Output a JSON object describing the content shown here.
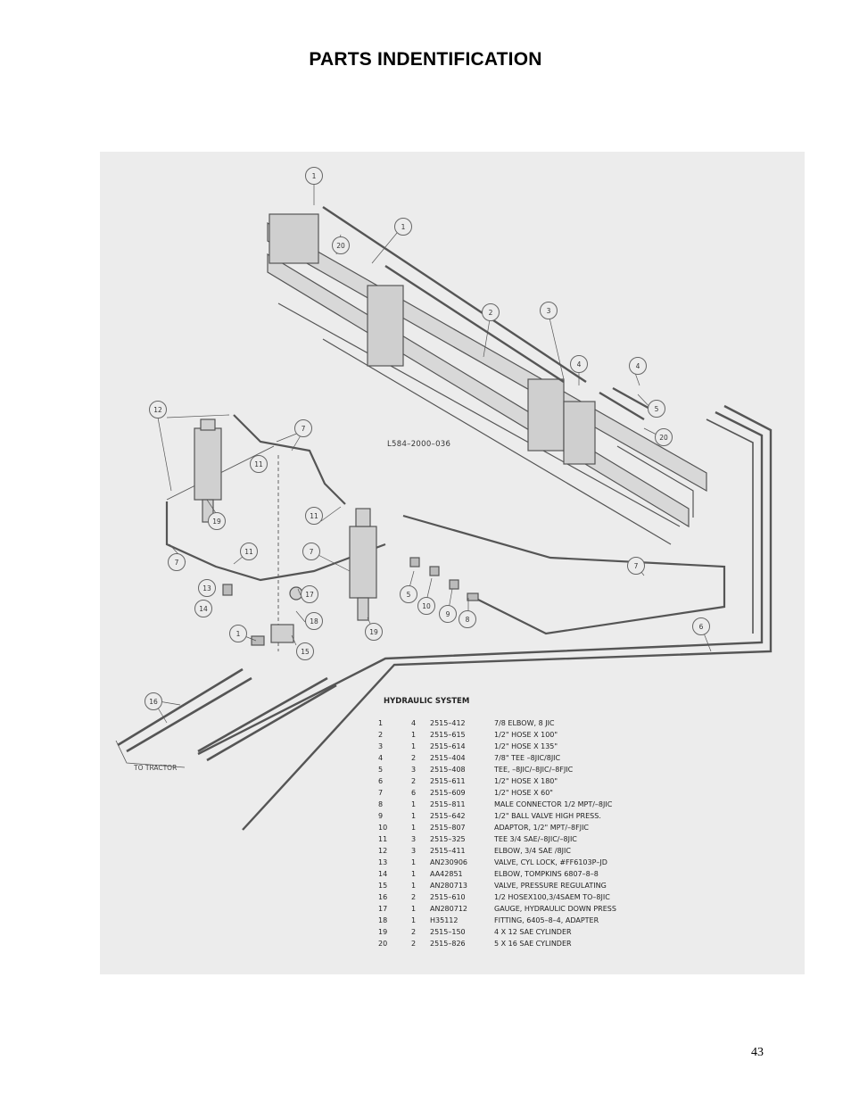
{
  "title": "PARTS INDENTIFICATION",
  "drawing_number": "L584–2000–036",
  "to_tractor_label": "TO TRACTOR",
  "parts_header": "HYDRAULIC SYSTEM",
  "parts": [
    {
      "item": "1",
      "qty": "4",
      "part": "2515–412",
      "desc": "7/8 ELBOW, 8 JIC"
    },
    {
      "item": "2",
      "qty": "1",
      "part": "2515–615",
      "desc": "1/2\" HOSE X 100\""
    },
    {
      "item": "3",
      "qty": "1",
      "part": "2515–614",
      "desc": "1/2\" HOSE X 135\""
    },
    {
      "item": "4",
      "qty": "2",
      "part": "2515–404",
      "desc": "7/8\" TEE –8JIC/8JIC"
    },
    {
      "item": "5",
      "qty": "3",
      "part": "2515–408",
      "desc": "TEE, –8JIC/–8JIC/–8FJIC"
    },
    {
      "item": "6",
      "qty": "2",
      "part": "2515–611",
      "desc": "1/2\" HOSE X 180\""
    },
    {
      "item": "7",
      "qty": "6",
      "part": "2515–609",
      "desc": "1/2\" HOSE X 60\""
    },
    {
      "item": "8",
      "qty": "1",
      "part": "2515–811",
      "desc": "MALE CONNECTOR 1/2 MPT/–8JIC"
    },
    {
      "item": "9",
      "qty": "1",
      "part": "2515–642",
      "desc": "1/2\" BALL VALVE HIGH PRESS."
    },
    {
      "item": "10",
      "qty": "1",
      "part": "2515–807",
      "desc": "ADAPTOR, 1/2\" MPT/–8FJIC"
    },
    {
      "item": "11",
      "qty": "3",
      "part": "2515–325",
      "desc": "TEE 3/4 SAE/–8JIC/–8JIC"
    },
    {
      "item": "12",
      "qty": "3",
      "part": "2515–411",
      "desc": "ELBOW, 3/4 SAE /8JIC"
    },
    {
      "item": "13",
      "qty": "1",
      "part": "AN230906",
      "desc": "VALVE, CYL LOCK, #FF6103P–JD"
    },
    {
      "item": "14",
      "qty": "1",
      "part": "AA42851",
      "desc": "ELBOW, TOMPKINS 6807–8–8"
    },
    {
      "item": "15",
      "qty": "1",
      "part": "AN280713",
      "desc": "VALVE, PRESSURE REGULATING"
    },
    {
      "item": "16",
      "qty": "2",
      "part": "2515–610",
      "desc": "1/2 HOSEX100,3/4SAEM TO–8JIC"
    },
    {
      "item": "17",
      "qty": "1",
      "part": "AN280712",
      "desc": "GAUGE, HYDRAULIC DOWN PRESS"
    },
    {
      "item": "18",
      "qty": "1",
      "part": "H35112",
      "desc": "FITTING, 6405–8–4, ADAPTER"
    },
    {
      "item": "19",
      "qty": "2",
      "part": "2515–150",
      "desc": "4 X 12 SAE CYLINDER"
    },
    {
      "item": "20",
      "qty": "2",
      "part": "2515–826",
      "desc": "5 X 16 SAE CYLINDER"
    }
  ],
  "callouts": [
    "1",
    "20",
    "1",
    "2",
    "3",
    "4",
    "4",
    "5",
    "20",
    "12",
    "7",
    "11",
    "19",
    "11",
    "7",
    "11",
    "13",
    "14",
    "17",
    "18",
    "1",
    "15",
    "5",
    "10",
    "9",
    "8",
    "7",
    "19",
    "7",
    "6",
    "16"
  ],
  "page_number": "43"
}
